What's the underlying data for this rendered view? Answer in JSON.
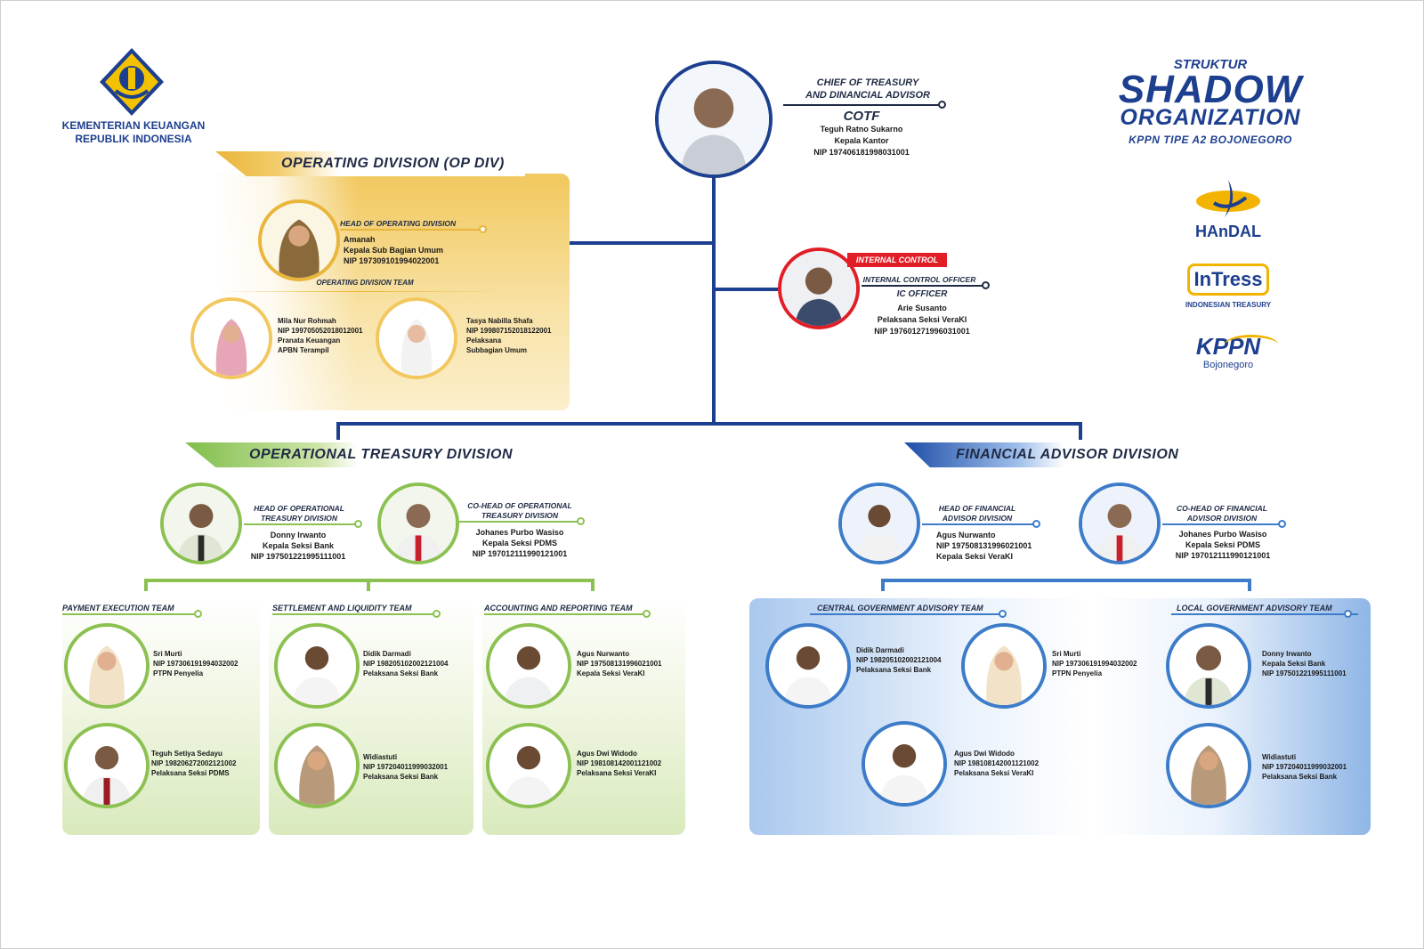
{
  "header": {
    "ministry_line1": "KEMENTERIAN KEUANGAN",
    "ministry_line2": "REPUBLIK INDONESIA",
    "ministry_logo_icon": "garuda-emblem-icon",
    "title_struktur": "STRUKTUR",
    "title_shadow": "SHADOW",
    "title_org": "ORGANIZATION",
    "title_sub": "KPPN TIPE A2 BOJONEGORO"
  },
  "brands": {
    "handal": "HAnDAL",
    "intress": "InTress",
    "intress_sub": "INDONESIAN TREASURY",
    "kppn": "KPPN",
    "kppn_sub": "Bojonegoro"
  },
  "colors": {
    "navy": "#1d3f8f",
    "gold": "#e9b53a",
    "green": "#8cc152",
    "blue": "#3d7cc9",
    "red": "#e11e26"
  },
  "chief": {
    "role1": "CHIEF OF TREASURY",
    "role2": "AND DINANCIAL ADVISOR",
    "abbr": "COTF",
    "name": "Teguh Ratno Sukarno",
    "position": "Kepala Kantor",
    "nip": "NIP 197406181998031001"
  },
  "internal_control": {
    "tag": "INTERNAL CONTROL",
    "role": "INTERNAL CONTROL OFFICER",
    "abbr": "IC OFFICER",
    "name": "Arie Susanto",
    "position": "Pelaksana Seksi VeraKI",
    "nip": "NIP 197601271996031001"
  },
  "op_div": {
    "banner": "OPERATING DIVISION (OP DIV)",
    "head_role": "HEAD OF OPERATING DIVISION",
    "head_name": "Amanah",
    "head_position": "Kepala Sub Bagian Umum",
    "head_nip": "NIP 197309101994022001",
    "team_title": "OPERATING DIVISION TEAM",
    "members": [
      {
        "name": "Mila Nur Rohmah",
        "nip": "NIP 199705052018012001",
        "pos1": "Pranata Keuangan",
        "pos2": "APBN Terampil"
      },
      {
        "name": "Tasya Nabilla Shafa",
        "nip": "NIP 199807152018122001",
        "pos1": "Pelaksana",
        "pos2": "Subbagian Umum"
      }
    ]
  },
  "ot_div": {
    "banner": "OPERATIONAL TREASURY DIVISION",
    "head_role1": "HEAD OF OPERATIONAL",
    "head_role2": "TREASURY DIVISION",
    "head_name": "Donny Irwanto",
    "head_position": "Kepala Seksi Bank",
    "head_nip": "NIP 197501221995111001",
    "cohead_role1": "CO-HEAD OF OPERATIONAL",
    "cohead_role2": "TREASURY DIVISION",
    "cohead_name": "Johanes Purbo Wasiso",
    "cohead_position": "Kepala Seksi PDMS",
    "cohead_nip": "NIP 197012111990121001",
    "teams": [
      {
        "title": "PAYMENT EXECUTION TEAM",
        "members": [
          {
            "name": "Sri Murti",
            "nip": "NIP 197306191994032002",
            "pos": "PTPN Penyelia"
          },
          {
            "name": "Teguh Setiya Sedayu",
            "nip": "NIP 198206272002121002",
            "pos": "Pelaksana Seksi PDMS"
          }
        ]
      },
      {
        "title": "SETTLEMENT AND  LIQUIDITY TEAM",
        "members": [
          {
            "name": "Didik Darmadi",
            "nip": "NIP 198205102002121004",
            "pos": "Pelaksana Seksi Bank"
          },
          {
            "name": "Widiastuti",
            "nip": "NIP 197204011999032001",
            "pos": "Pelaksana Seksi Bank"
          }
        ]
      },
      {
        "title": "ACCOUNTING AND REPORTING TEAM",
        "members": [
          {
            "name": "Agus Nurwanto",
            "nip": "NIP 197508131996021001",
            "pos": "Kepala Seksi VeraKI"
          },
          {
            "name": "Agus Dwi Widodo",
            "nip": "NIP 198108142001121002",
            "pos": "Pelaksana Seksi VeraKI"
          }
        ]
      }
    ]
  },
  "fa_div": {
    "banner": "FINANCIAL ADVISOR DIVISION",
    "head_role1": "HEAD OF FINANCIAL",
    "head_role2": "ADVISOR DIVISION",
    "head_name": "Agus Nurwanto",
    "head_nip": "NIP 197508131996021001",
    "head_position": "Kepala Seksi VeraKI",
    "cohead_role1": "CO-HEAD OF FINANCIAL",
    "cohead_role2": "ADVISOR DIVISION",
    "cohead_name": "Johanes Purbo Wasiso",
    "cohead_position": "Kepala Seksi PDMS",
    "cohead_nip": "NIP 197012111990121001",
    "central_title": "CENTRAL GOVERNMENT ADVISORY TEAM",
    "central_members": [
      {
        "name": "Didik Darmadi",
        "nip": "NIP 198205102002121004",
        "pos": "Pelaksana Seksi Bank"
      },
      {
        "name": "Sri Murti",
        "nip": "NIP 197306191994032002",
        "pos": "PTPN Penyelia"
      },
      {
        "name": "Agus Dwi Widodo",
        "nip": "NIP 198108142001121002",
        "pos": "Pelaksana Seksi VeraKI"
      }
    ],
    "local_title": "LOCAL GOVERNMENT ADVISORY TEAM",
    "local_members": [
      {
        "name": "Donny Irwanto",
        "pos": "Kepala Seksi Bank",
        "nip": "NIP 197501221995111001"
      },
      {
        "name": "Widiastuti",
        "nip": "NIP 197204011999032001",
        "pos": "Pelaksana Seksi Bank"
      }
    ]
  }
}
